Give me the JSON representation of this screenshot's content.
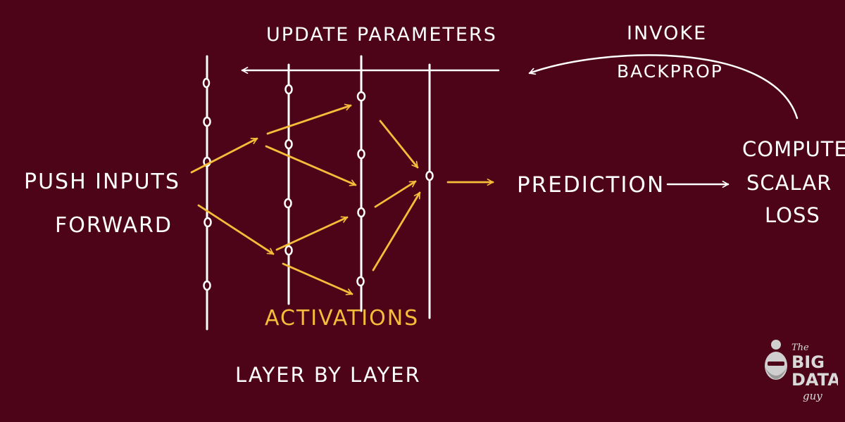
{
  "labels": {
    "update_parameters": "UPDATE PARAMETERS",
    "invoke_line1": "INVOKE",
    "invoke_line2": "BACKPROP",
    "push_line1": "PUSH INPUTS",
    "push_line2": "FORWARD",
    "prediction": "PREDICTION",
    "compute_line1": "COMPUTE",
    "compute_line2": "SCALAR",
    "compute_line3": "LOSS",
    "activations": "ACTIVATIONS",
    "layer_by_layer": "LAYER BY LAYER"
  },
  "logo": {
    "line1": "The",
    "line2": "BIG",
    "line3": "DATA",
    "line4": "guy"
  },
  "colors": {
    "background": "#4d0418",
    "ink": "#ffffff",
    "accent": "#f6bd3b"
  }
}
